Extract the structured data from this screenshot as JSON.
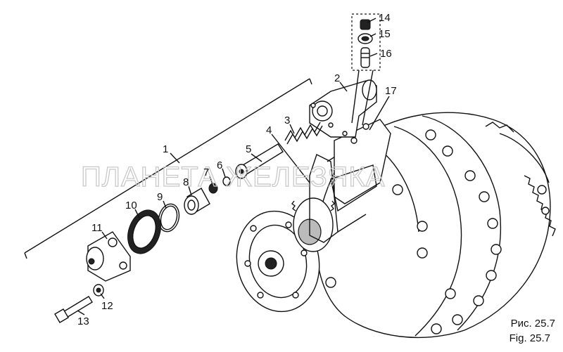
{
  "figure": {
    "caption_ru": "Рис. 25.7",
    "caption_en": "Fig. 25.7",
    "watermark": "ПЛАНЕТА ЖЕЛЕЗЯКА"
  },
  "parts": [
    {
      "id": "1",
      "label": "1"
    },
    {
      "id": "2",
      "label": "2"
    },
    {
      "id": "3",
      "label": "3"
    },
    {
      "id": "4",
      "label": "4"
    },
    {
      "id": "5",
      "label": "5"
    },
    {
      "id": "6",
      "label": "6"
    },
    {
      "id": "7",
      "label": "7"
    },
    {
      "id": "8",
      "label": "8"
    },
    {
      "id": "9",
      "label": "9"
    },
    {
      "id": "10",
      "label": "10"
    },
    {
      "id": "11",
      "label": "11"
    },
    {
      "id": "12",
      "label": "12"
    },
    {
      "id": "13",
      "label": "13"
    },
    {
      "id": "14",
      "label": "14"
    },
    {
      "id": "15",
      "label": "15"
    },
    {
      "id": "16",
      "label": "16"
    },
    {
      "id": "17",
      "label": "17"
    }
  ]
}
